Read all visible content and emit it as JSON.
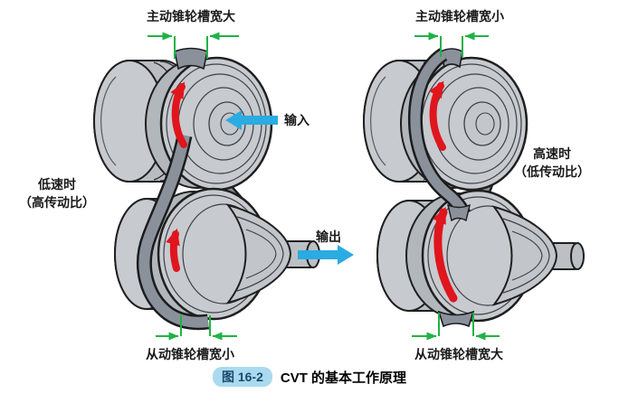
{
  "figure": {
    "caption": {
      "badge": "图 16-2",
      "title": "CVT 的基本工作原理"
    }
  },
  "left_diagram": {
    "condition_line1": "低速时",
    "condition_line2": "（高传动比）",
    "drive_pulley_label": "主动锥轮槽宽大",
    "driven_pulley_label": "从动锥轮槽宽小",
    "input_label": "输入",
    "output_label": "输出"
  },
  "right_diagram": {
    "condition_line1": "高速时",
    "condition_line2": "（低传动比）",
    "drive_pulley_label": "主动锥轮槽宽小",
    "driven_pulley_label": "从动锥轮槽宽大"
  },
  "colors": {
    "measure_green": "#1fb345",
    "io_arrow_blue": "#2aabe2",
    "rotation_arrow_red": "#e0151e",
    "pulley_gray": "#c7cace",
    "belt_gray": "#8a919b",
    "caption_badge_bg": "#a9daef",
    "caption_badge_text": "#1b4a6e"
  }
}
